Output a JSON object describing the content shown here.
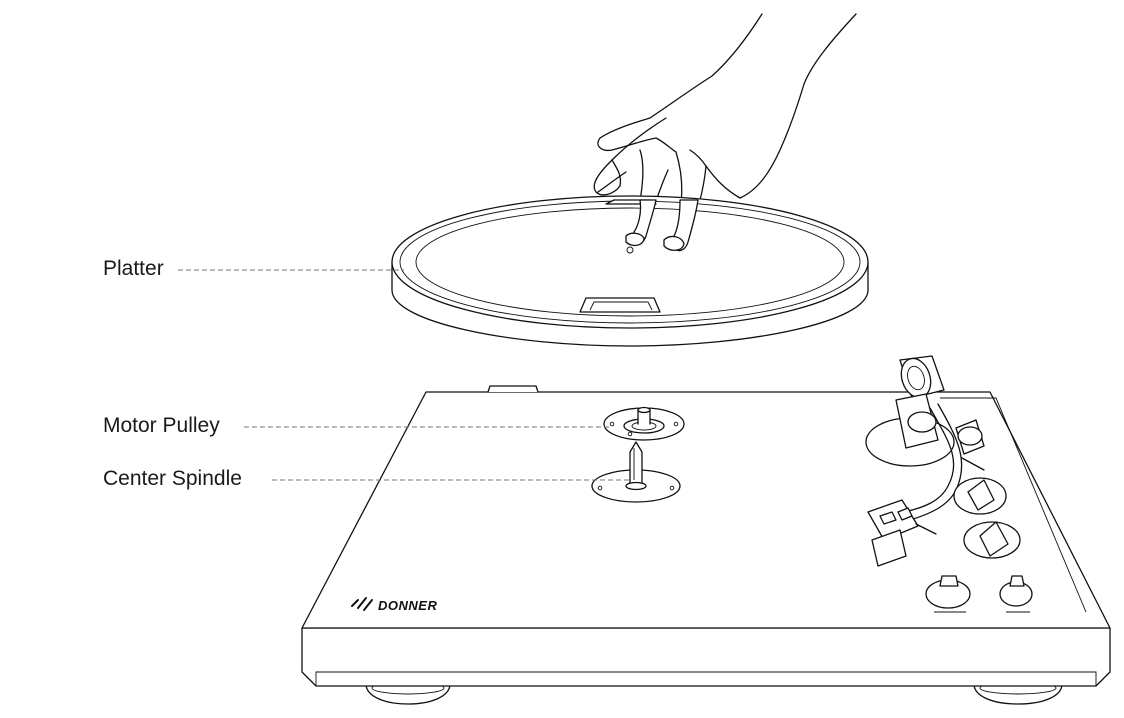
{
  "callouts": {
    "platter": "Platter",
    "motor_pulley": "Motor Pulley",
    "center_spindle": "Center Spindle"
  },
  "brand": {
    "logo_text": "DONNER"
  },
  "colors": {
    "line": "#111111",
    "leader": "#777777",
    "background": "#ffffff"
  }
}
